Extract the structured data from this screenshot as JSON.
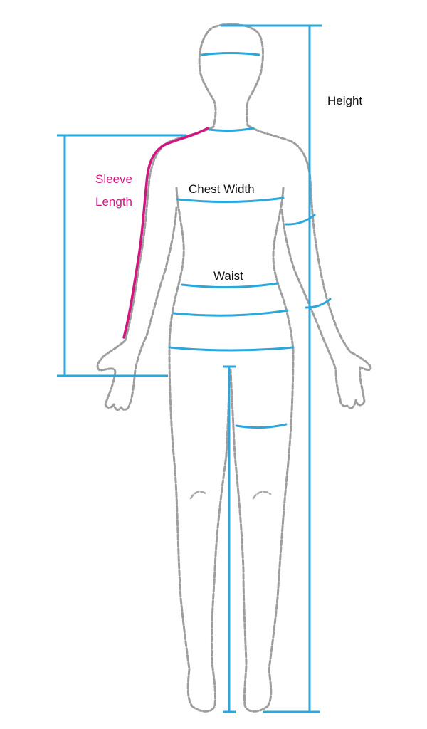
{
  "labels": {
    "height": "Height",
    "chest_width": "Chest Width",
    "waist": "Waist",
    "sleeve_line1": "Sleeve",
    "sleeve_line2": "Length"
  },
  "colors": {
    "measurement": "#2aa7dc",
    "sleeve": "#d0167f",
    "outline": "#9e9e9e",
    "text": "#111111"
  }
}
